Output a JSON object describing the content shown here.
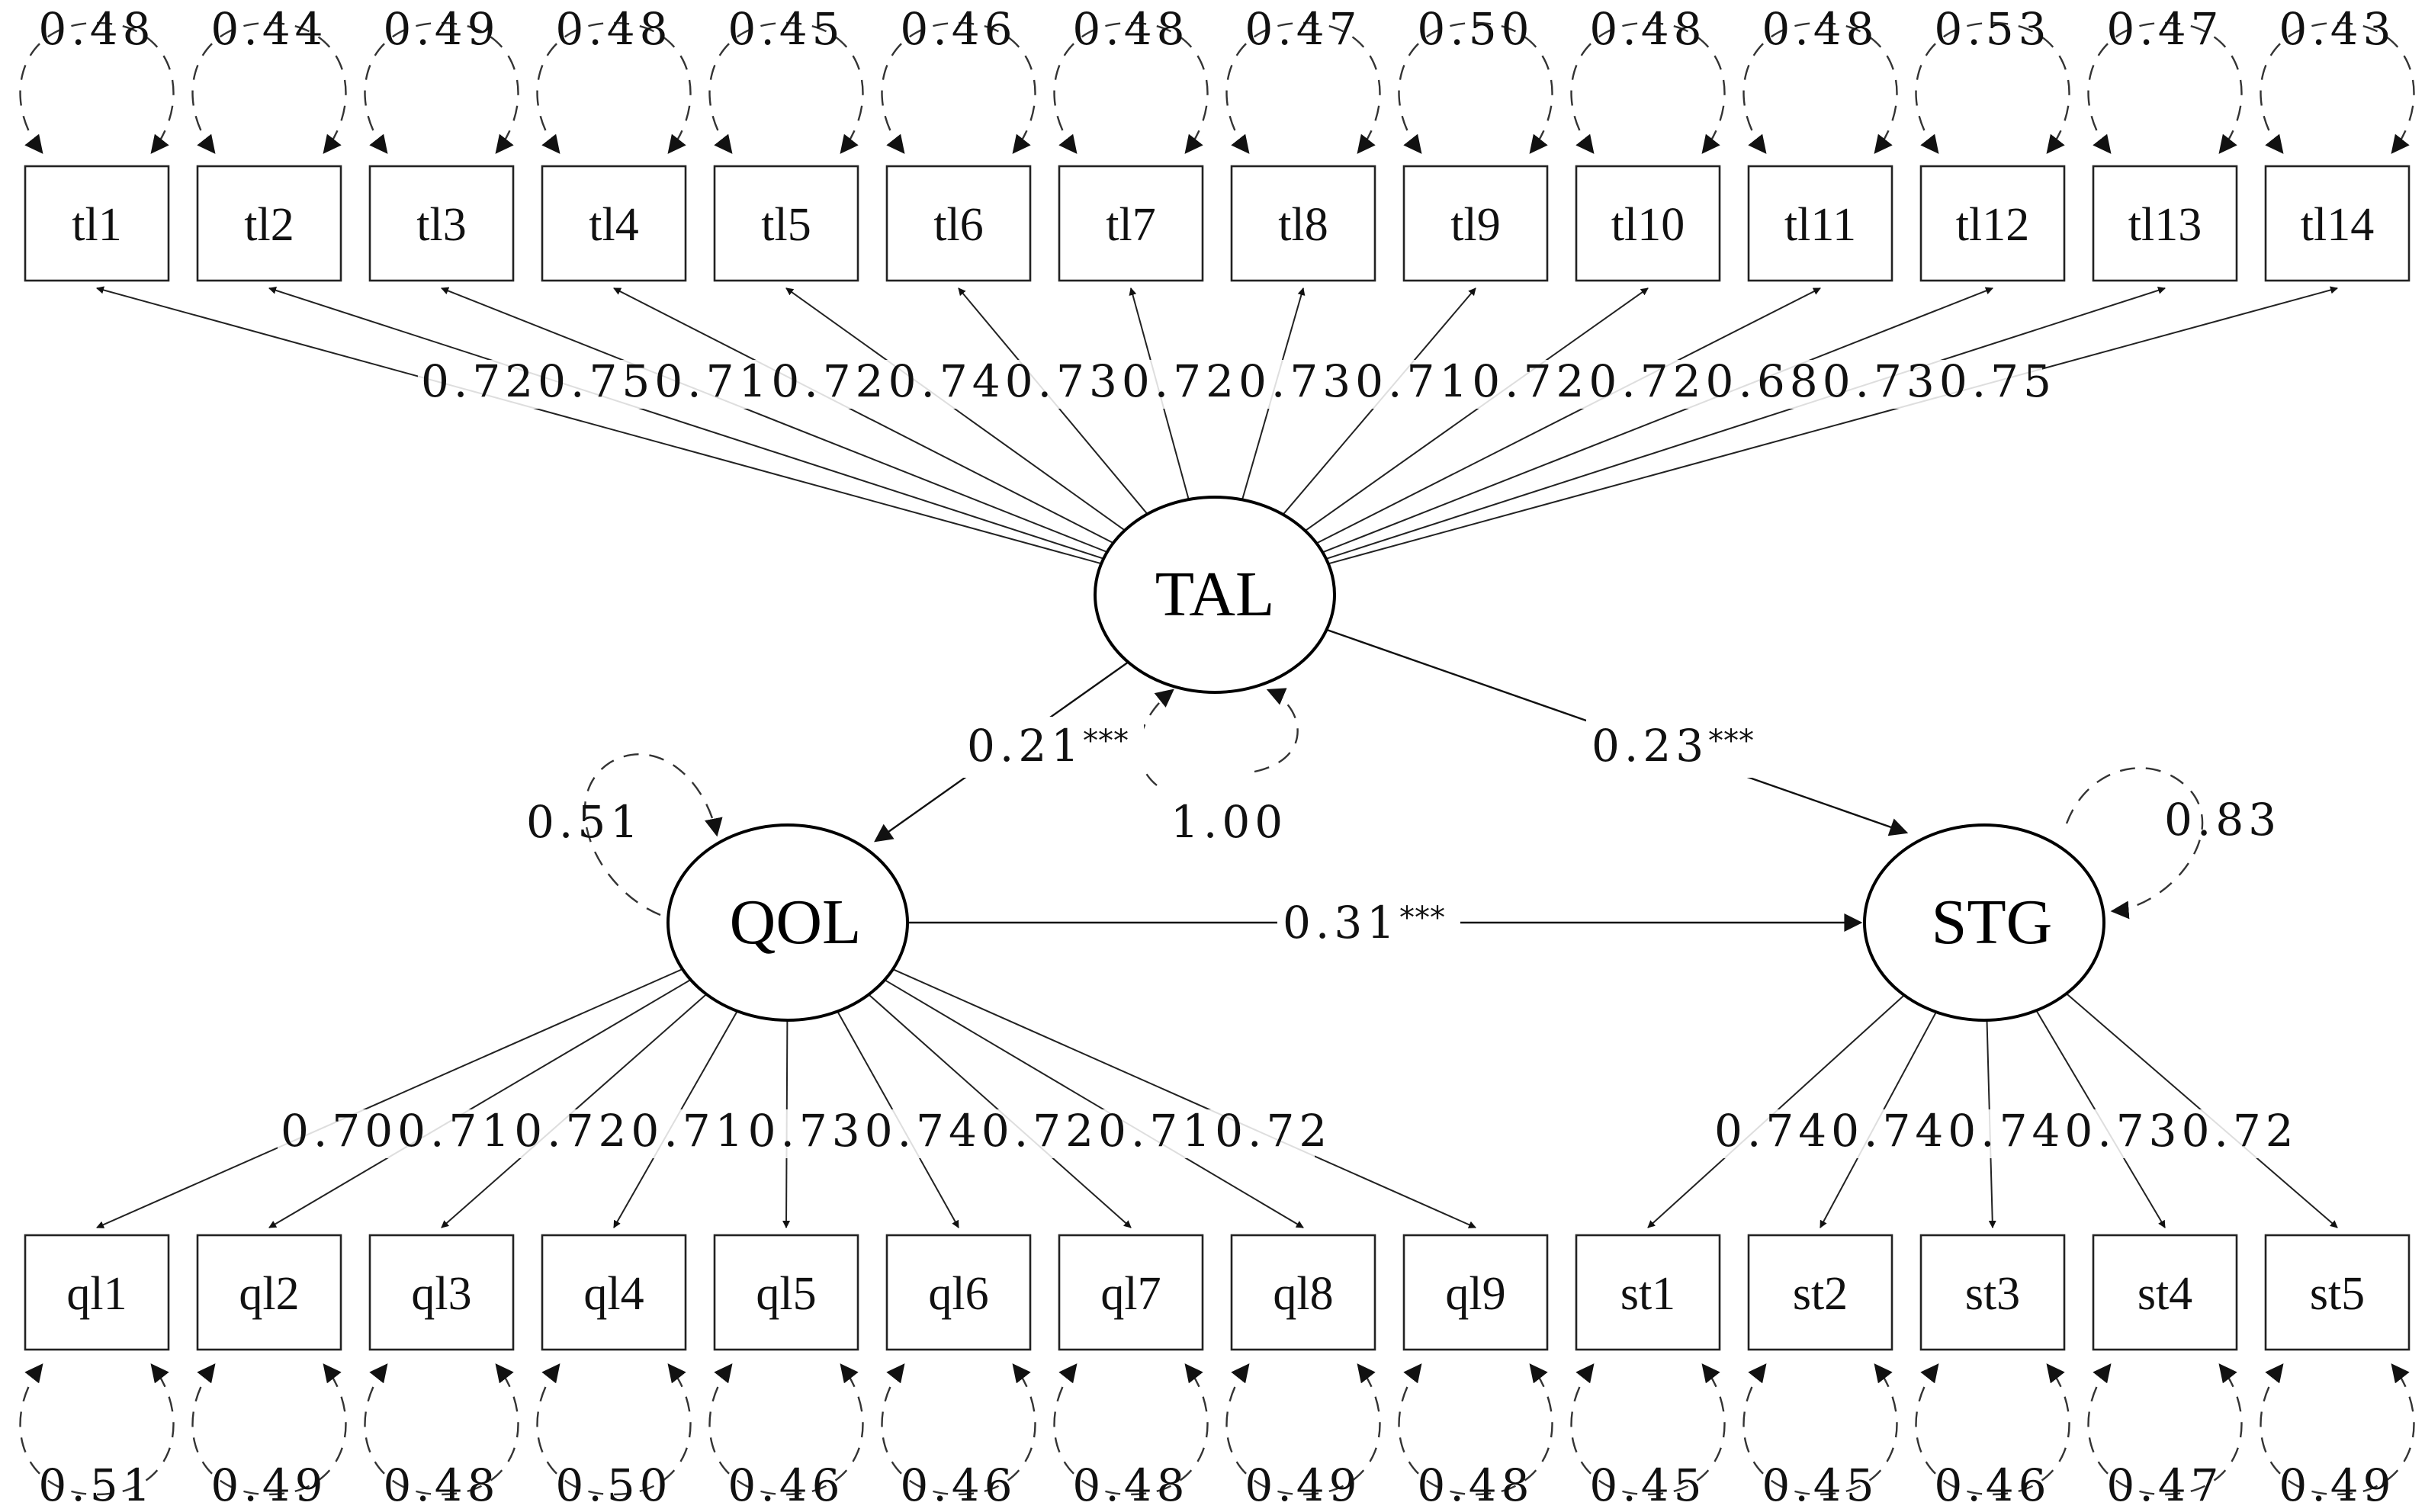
{
  "latents": [
    {
      "id": "TAL",
      "label": "TAL"
    },
    {
      "id": "QOL",
      "label": "QOL"
    },
    {
      "id": "STG",
      "label": "STG"
    }
  ],
  "indicators": [
    {
      "label": "tl1",
      "loading": "0.72",
      "residual": "0.48"
    },
    {
      "label": "tl2",
      "loading": "0.75",
      "residual": "0.44"
    },
    {
      "label": "tl3",
      "loading": "0.71",
      "residual": "0.49"
    },
    {
      "label": "tl4",
      "loading": "0.72",
      "residual": "0.48"
    },
    {
      "label": "tl5",
      "loading": "0.74",
      "residual": "0.45"
    },
    {
      "label": "tl6",
      "loading": "0.73",
      "residual": "0.46"
    },
    {
      "label": "tl7",
      "loading": "0.72",
      "residual": "0.48"
    },
    {
      "label": "tl8",
      "loading": "0.73",
      "residual": "0.47"
    },
    {
      "label": "tl9",
      "loading": "0.71",
      "residual": "0.50"
    },
    {
      "label": "tl10",
      "loading": "0.72",
      "residual": "0.48"
    },
    {
      "label": "tl11",
      "loading": "0.72",
      "residual": "0.48"
    },
    {
      "label": "tl12",
      "loading": "0.68",
      "residual": "0.53"
    },
    {
      "label": "tl13",
      "loading": "0.73",
      "residual": "0.47"
    },
    {
      "label": "tl14",
      "loading": "0.75",
      "residual": "0.43"
    },
    {
      "label": "ql1",
      "loading": "0.70",
      "residual": "0.51"
    },
    {
      "label": "ql2",
      "loading": "0.71",
      "residual": "0.49"
    },
    {
      "label": "ql3",
      "loading": "0.72",
      "residual": "0.48"
    },
    {
      "label": "ql4",
      "loading": "0.71",
      "residual": "0.50"
    },
    {
      "label": "ql5",
      "loading": "0.73",
      "residual": "0.46"
    },
    {
      "label": "ql6",
      "loading": "0.74",
      "residual": "0.46"
    },
    {
      "label": "ql7",
      "loading": "0.72",
      "residual": "0.48"
    },
    {
      "label": "ql8",
      "loading": "0.71",
      "residual": "0.49"
    },
    {
      "label": "ql9",
      "loading": "0.72",
      "residual": "0.48"
    },
    {
      "label": "st1",
      "loading": "0.74",
      "residual": "0.45"
    },
    {
      "label": "st2",
      "loading": "0.74",
      "residual": "0.45"
    },
    {
      "label": "st3",
      "loading": "0.74",
      "residual": "0.46"
    },
    {
      "label": "st4",
      "loading": "0.73",
      "residual": "0.47"
    },
    {
      "label": "st5",
      "loading": "0.72",
      "residual": "0.49"
    }
  ],
  "paths": [
    {
      "from": "TAL",
      "to": "QOL",
      "coef": "0.21",
      "sig": "***"
    },
    {
      "from": "TAL",
      "to": "STG",
      "coef": "0.23",
      "sig": "***"
    },
    {
      "from": "QOL",
      "to": "STG",
      "coef": "0.31",
      "sig": "***"
    }
  ],
  "latent_variances": [
    {
      "latent": "TAL",
      "value": "1.00"
    },
    {
      "latent": "QOL",
      "value": "0.51"
    },
    {
      "latent": "STG",
      "value": "0.83"
    }
  ]
}
